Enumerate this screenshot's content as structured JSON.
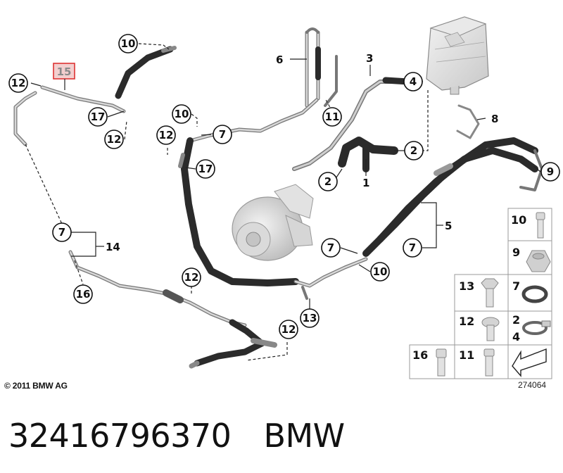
{
  "diagram": {
    "highlighted_callout": "15",
    "callouts": [
      {
        "id": "c10a",
        "label": "10"
      },
      {
        "id": "c12a",
        "label": "12"
      },
      {
        "id": "c17a",
        "label": "17"
      },
      {
        "id": "c12b",
        "label": "12"
      },
      {
        "id": "c6",
        "label": "6"
      },
      {
        "id": "c11a",
        "label": "11"
      },
      {
        "id": "c3",
        "label": "3"
      },
      {
        "id": "c4",
        "label": "4"
      },
      {
        "id": "c10b",
        "label": "10"
      },
      {
        "id": "c7a",
        "label": "7"
      },
      {
        "id": "c12c",
        "label": "12"
      },
      {
        "id": "c17b",
        "label": "17"
      },
      {
        "id": "c8",
        "label": "8"
      },
      {
        "id": "c2a",
        "label": "2"
      },
      {
        "id": "c2b",
        "label": "2"
      },
      {
        "id": "c1",
        "label": "1"
      },
      {
        "id": "c9",
        "label": "9"
      },
      {
        "id": "c7b",
        "label": "7"
      },
      {
        "id": "c14",
        "label": "14"
      },
      {
        "id": "c16",
        "label": "16"
      },
      {
        "id": "c7c",
        "label": "7"
      },
      {
        "id": "c10c",
        "label": "10"
      },
      {
        "id": "c5",
        "label": "5"
      },
      {
        "id": "c7d",
        "label": "7"
      },
      {
        "id": "c12d",
        "label": "12"
      },
      {
        "id": "c13",
        "label": "13"
      },
      {
        "id": "c12e",
        "label": "12"
      }
    ],
    "parts_grid": [
      [
        "",
        "10"
      ],
      [
        "",
        "9"
      ],
      [
        "13",
        "7"
      ],
      [
        "12",
        "2|4"
      ],
      [
        "16",
        "11",
        ""
      ]
    ],
    "copyright": "© 2011 BMW AG",
    "diagram_number": "274064"
  },
  "caption": {
    "part_number": "32416796370",
    "brand": "BMW"
  }
}
